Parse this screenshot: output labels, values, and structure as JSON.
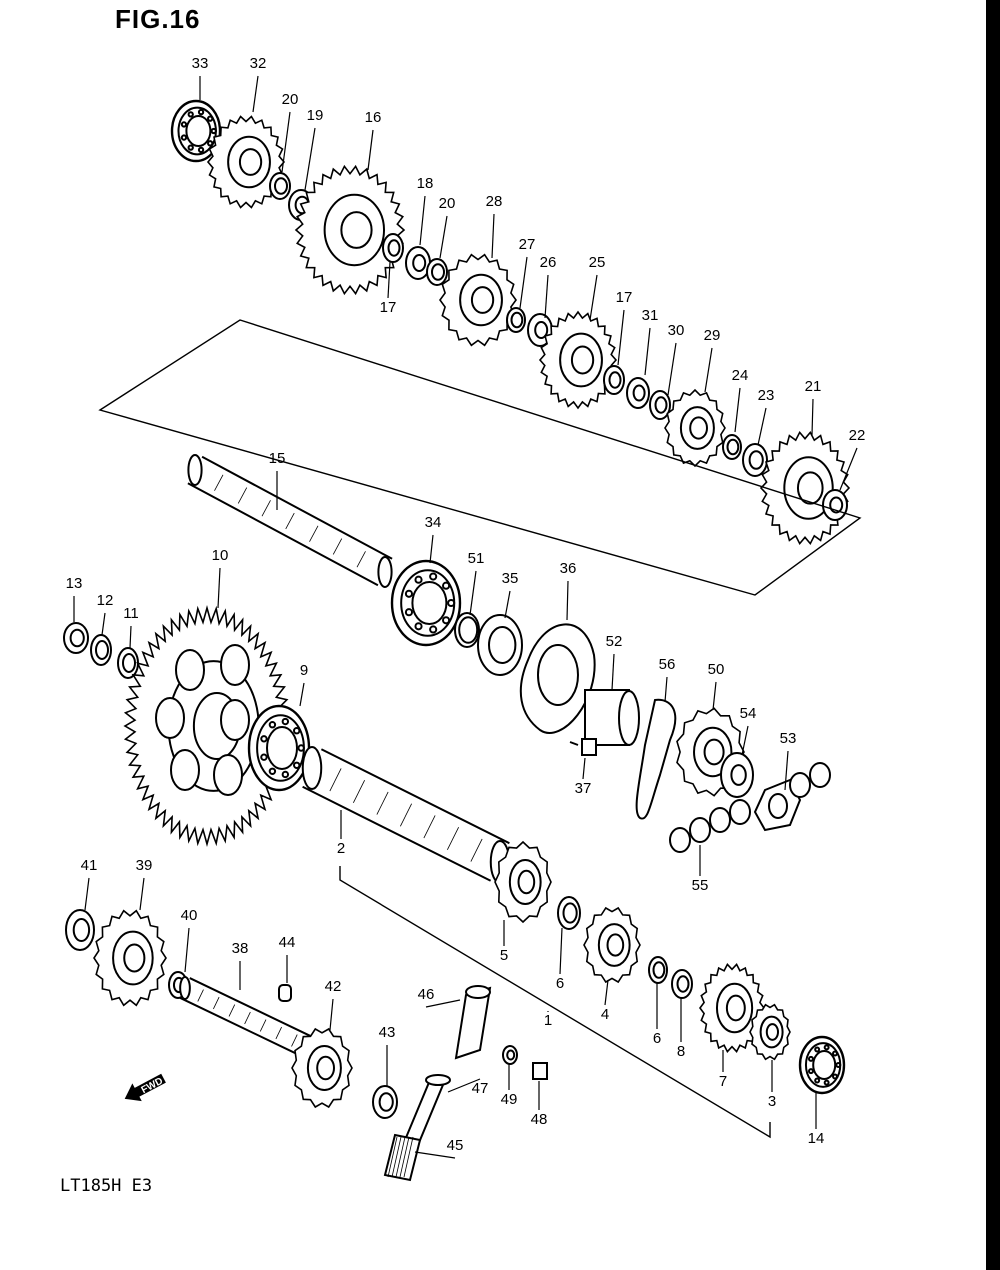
{
  "figure": {
    "title": "FIG.16",
    "model_code": "LT185H E3",
    "fwd_label": "FWD"
  },
  "callouts": [
    {
      "id": "33",
      "label": "33"
    },
    {
      "id": "32",
      "label": "32"
    },
    {
      "id": "20a",
      "label": "20"
    },
    {
      "id": "19",
      "label": "19"
    },
    {
      "id": "16",
      "label": "16"
    },
    {
      "id": "18",
      "label": "18"
    },
    {
      "id": "20b",
      "label": "20"
    },
    {
      "id": "17a",
      "label": "17"
    },
    {
      "id": "28",
      "label": "28"
    },
    {
      "id": "27",
      "label": "27"
    },
    {
      "id": "26",
      "label": "26"
    },
    {
      "id": "25",
      "label": "25"
    },
    {
      "id": "17b",
      "label": "17"
    },
    {
      "id": "31",
      "label": "31"
    },
    {
      "id": "30",
      "label": "30"
    },
    {
      "id": "29",
      "label": "29"
    },
    {
      "id": "24",
      "label": "24"
    },
    {
      "id": "23",
      "label": "23"
    },
    {
      "id": "21",
      "label": "21"
    },
    {
      "id": "22",
      "label": "22"
    },
    {
      "id": "15",
      "label": "15"
    },
    {
      "id": "34",
      "label": "34"
    },
    {
      "id": "51",
      "label": "51"
    },
    {
      "id": "35",
      "label": "35"
    },
    {
      "id": "36",
      "label": "36"
    },
    {
      "id": "52",
      "label": "52"
    },
    {
      "id": "56",
      "label": "56"
    },
    {
      "id": "50",
      "label": "50"
    },
    {
      "id": "54",
      "label": "54"
    },
    {
      "id": "53",
      "label": "53"
    },
    {
      "id": "37",
      "label": "37"
    },
    {
      "id": "55",
      "label": "55"
    },
    {
      "id": "13",
      "label": "13"
    },
    {
      "id": "12",
      "label": "12"
    },
    {
      "id": "11",
      "label": "11"
    },
    {
      "id": "10",
      "label": "10"
    },
    {
      "id": "9",
      "label": "9"
    },
    {
      "id": "2",
      "label": "2"
    },
    {
      "id": "5",
      "label": "5"
    },
    {
      "id": "6a",
      "label": "6"
    },
    {
      "id": "4",
      "label": "4"
    },
    {
      "id": "6b",
      "label": "6"
    },
    {
      "id": "8",
      "label": "8"
    },
    {
      "id": "7",
      "label": "7"
    },
    {
      "id": "3",
      "label": "3"
    },
    {
      "id": "14",
      "label": "14"
    },
    {
      "id": "1",
      "label": "1"
    },
    {
      "id": "41",
      "label": "41"
    },
    {
      "id": "39",
      "label": "39"
    },
    {
      "id": "40",
      "label": "40"
    },
    {
      "id": "38",
      "label": "38"
    },
    {
      "id": "44",
      "label": "44"
    },
    {
      "id": "42",
      "label": "42"
    },
    {
      "id": "43",
      "label": "43"
    },
    {
      "id": "46",
      "label": "46"
    },
    {
      "id": "47",
      "label": "47"
    },
    {
      "id": "49",
      "label": "49"
    },
    {
      "id": "48",
      "label": "48"
    },
    {
      "id": "45",
      "label": "45"
    }
  ]
}
